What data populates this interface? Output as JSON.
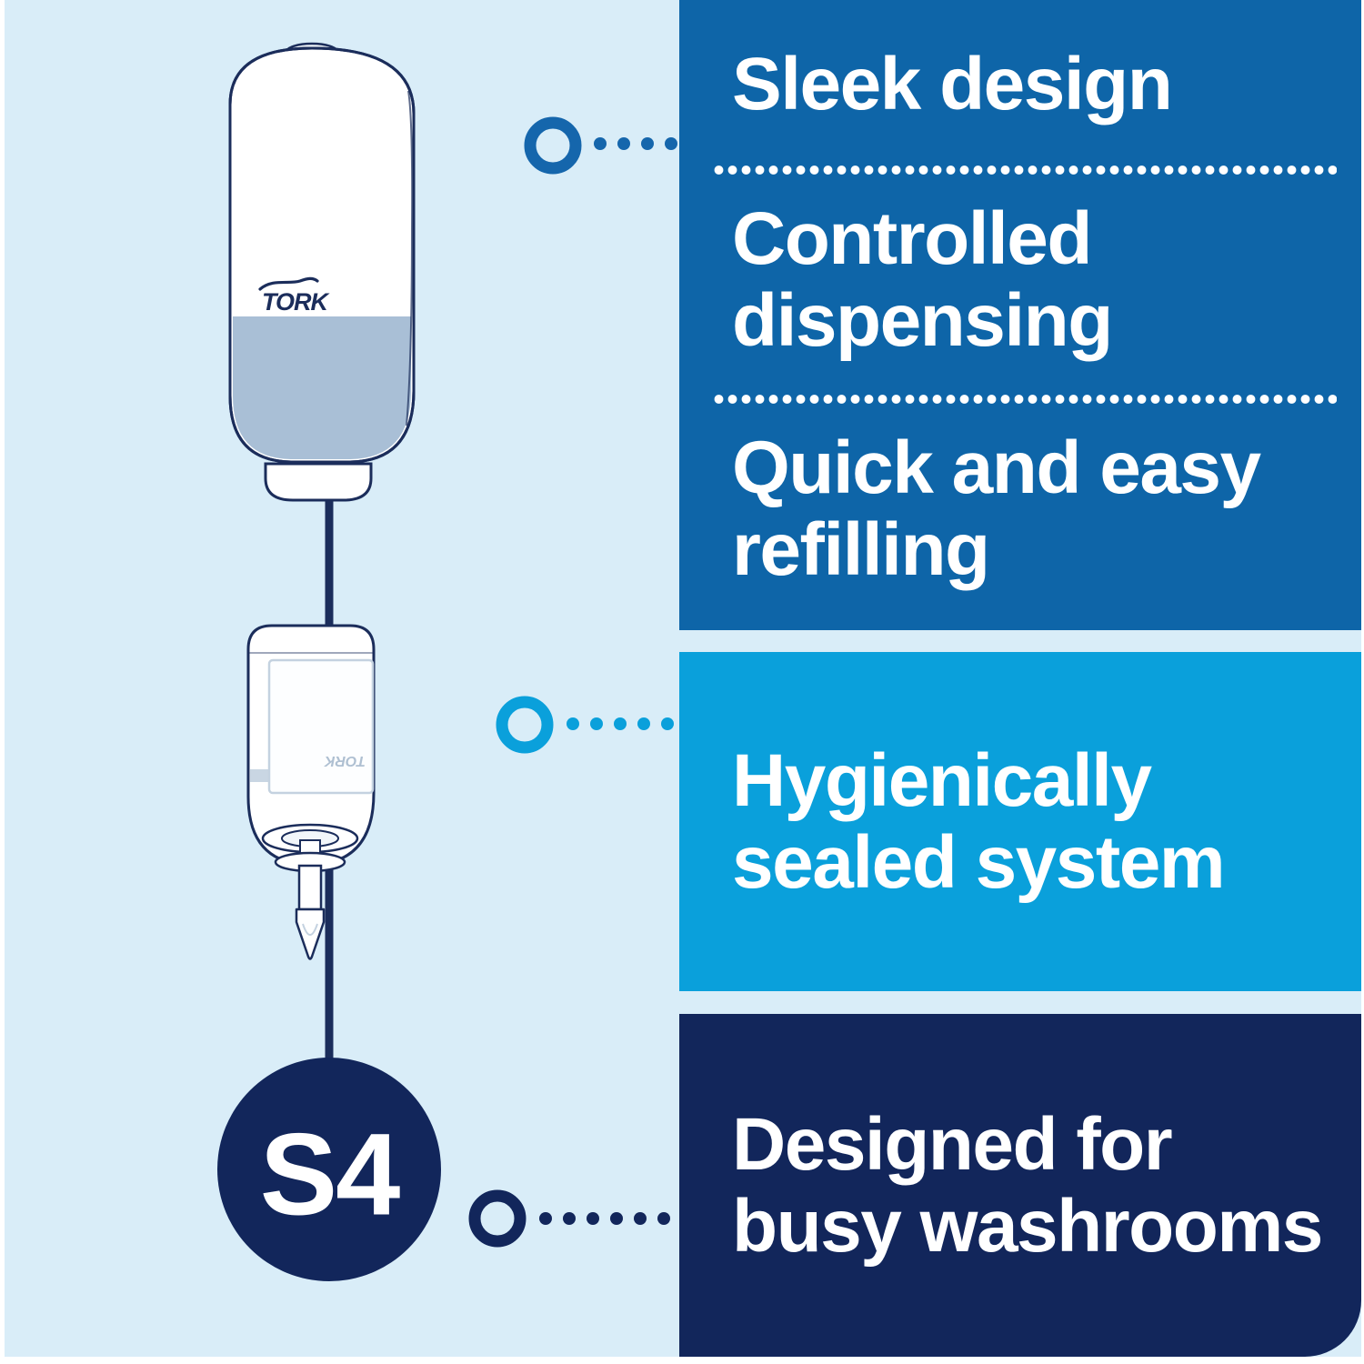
{
  "brand": {
    "dispenser_logo_text": "TORK",
    "refill_logo_text": "TORK"
  },
  "badge": {
    "label": "S4"
  },
  "panels": {
    "top": {
      "features": [
        "Sleek design",
        "Controlled dispensing",
        "Quick and easy refilling"
      ]
    },
    "middle": {
      "feature": "Hygienically sealed system"
    },
    "bottom": {
      "feature": "Designed for busy washrooms"
    }
  },
  "colors": {
    "background": "#D9EDF8",
    "panel_top": "#0E65A8",
    "panel_middle": "#0AA0DB",
    "panel_bottom": "#12265B",
    "badge_circle": "#12265B",
    "illustration_outline": "#1B2D5B",
    "dispenser_window_grey": "#A9BFD6",
    "text": "#FFFFFF"
  }
}
